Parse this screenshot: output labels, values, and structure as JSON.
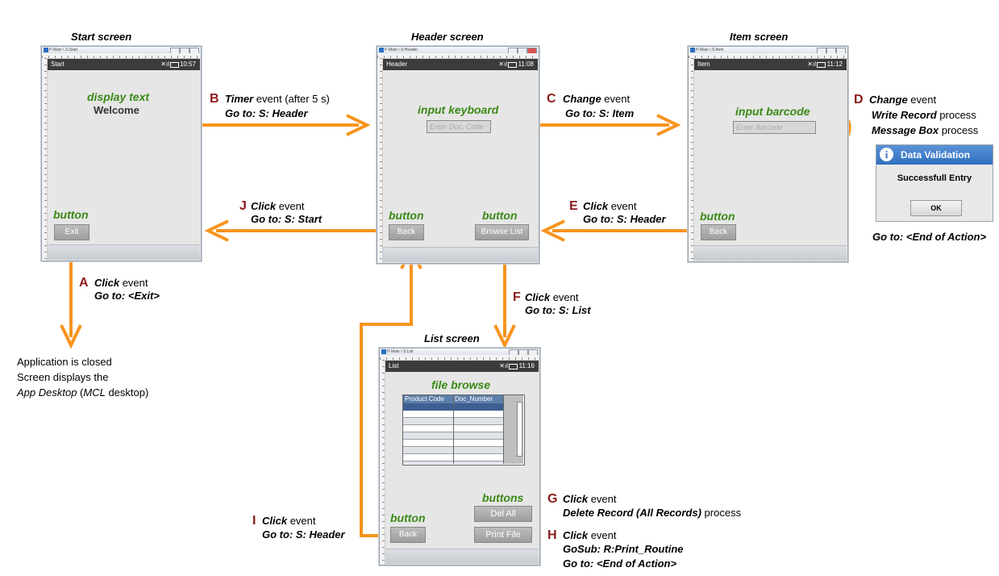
{
  "screens": {
    "start": {
      "title": "Start  screen",
      "win_title": "P-Main \\ S:Start",
      "header": "Start",
      "time": "10:57",
      "display_label": "display text",
      "display_value": "Welcome",
      "button_label": "button",
      "exit": "Exit"
    },
    "header": {
      "title": "Header screen",
      "win_title": "P-Main \\ S:Header",
      "header": "Header",
      "time": "11:08",
      "input_label": "input keyboard",
      "input_placeholder": "Enter Doc. Code",
      "button_label_left": "button",
      "button_label_right": "button",
      "back": "Back",
      "browse": "Browse List"
    },
    "item": {
      "title": "Item  screen",
      "win_title": "P-Main \\ S:Item",
      "header": "Item",
      "time": "11:12",
      "input_label": "input barcode",
      "input_placeholder": "Enter Barcode",
      "button_label": "button",
      "back": "Back"
    },
    "list": {
      "title": "List  screen",
      "win_title": "P-Main \\ S:List",
      "header": "List",
      "time": "11:16",
      "browse_label": "file browse",
      "columns": [
        "Product Code",
        "Doc_Number"
      ],
      "button_label": "button",
      "buttons_label": "buttons",
      "back": "Back",
      "del_all": "Del All",
      "print_file": "Print File"
    }
  },
  "dialog": {
    "title": "Data Validation",
    "message": "Successfull Entry",
    "ok": "OK",
    "goto": "Go to: <End of Action>"
  },
  "annotations": {
    "A": {
      "letter": "A",
      "l1_b": "Click",
      "l1": " event",
      "l2": "Go to: <Exit>"
    },
    "B": {
      "letter": "B",
      "l1_b": "Timer",
      "l1": " event (after 5 s)",
      "l2": "Go to: S: Header"
    },
    "C": {
      "letter": "C",
      "l1_b": "Change",
      "l1": " event",
      "l2": "Go to: S: Item"
    },
    "D": {
      "letter": "D",
      "l1_b": "Change",
      "l1": " event",
      "l2_b": "Write Record",
      "l2": " process",
      "l3_b": "Message Box",
      "l3": " process"
    },
    "E": {
      "letter": "E",
      "l1_b": "Click",
      "l1": " event",
      "l2": "Go to: S: Header"
    },
    "F": {
      "letter": "F",
      "l1_b": "Click",
      "l1": " event",
      "l2": "Go to: S: List"
    },
    "G": {
      "letter": "G",
      "l1_b": "Click",
      "l1": " event",
      "l2_b": "Delete Record (All Records)",
      "l2": " process"
    },
    "H": {
      "letter": "H",
      "l1_b": "Click",
      "l1": " event",
      "l2": "GoSub: R:Print_Routine",
      "l3": "Go to: <End of Action>"
    },
    "I": {
      "letter": "I",
      "l1_b": "Click",
      "l1": " event",
      "l2": "Go to: S: Header"
    },
    "J": {
      "letter": "J",
      "l1_b": "Click",
      "l1": " event",
      "l2": "Go to: S: Start"
    }
  },
  "exit_note": {
    "l1": "Application is closed",
    "l2": "Screen displays the",
    "l3_i": "App Desktop",
    "l3_a": " (",
    "l3_i2": "MCL",
    "l3_b": " desktop)"
  },
  "colors": {
    "arrow": "#f7941d",
    "green": "#3a8a16",
    "letter": "#8b1a1a"
  }
}
